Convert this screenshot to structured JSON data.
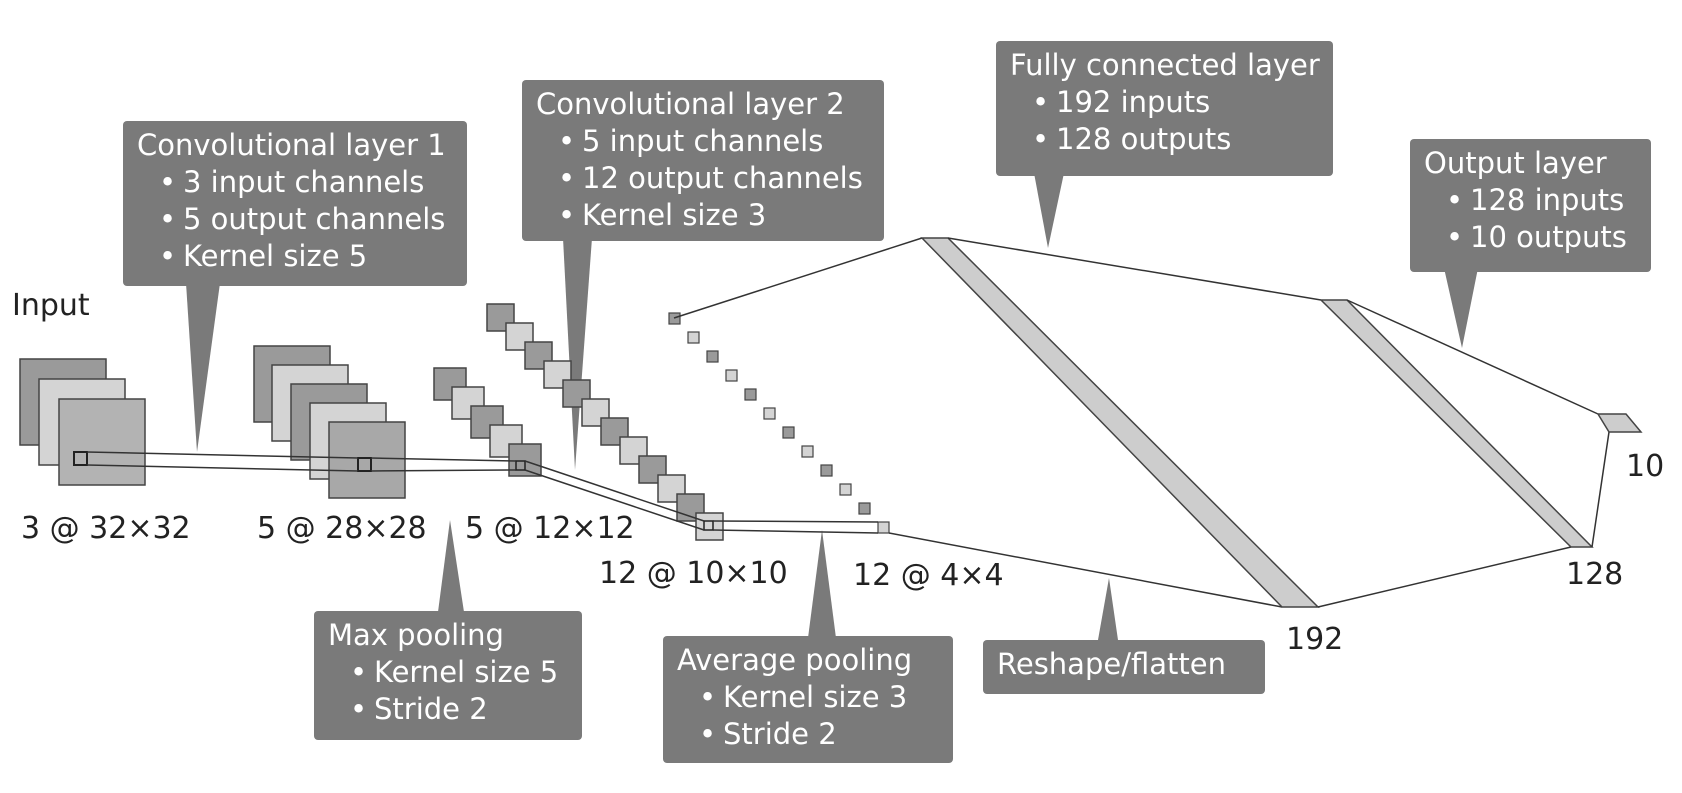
{
  "input_label": "Input",
  "colors": {
    "callout_bg": "#7a7a7a",
    "square_dark": "#9a9a9a",
    "square_light": "#d4d4d4",
    "square_mid": "#b3b3b3",
    "slab": "#cdcdcd",
    "line": "#333333"
  },
  "callouts": {
    "conv1": {
      "title": "Convolutional layer 1",
      "bullets": [
        "3 input channels",
        "5 output channels",
        "Kernel size 5"
      ]
    },
    "conv2": {
      "title": "Convolutional layer 2",
      "bullets": [
        "5 input channels",
        "12 output channels",
        "Kernel size 3"
      ]
    },
    "fc": {
      "title": "Fully connected layer",
      "bullets": [
        "192 inputs",
        "128 outputs"
      ]
    },
    "out": {
      "title": "Output layer",
      "bullets": [
        "128 inputs",
        "10 outputs"
      ]
    },
    "maxpool": {
      "title": "Max pooling",
      "bullets": [
        "Kernel size 5",
        "Stride 2"
      ]
    },
    "avgpool": {
      "title": "Average pooling",
      "bullets": [
        "Kernel size 3",
        "Stride 2"
      ]
    },
    "flatten": {
      "title": "Reshape/flatten",
      "bullets": []
    }
  },
  "dimensions": {
    "input": "3 @ 32×32",
    "conv1": "5 @ 28×28",
    "maxpool": "5 @ 12×12",
    "conv2": "12 @ 10×10",
    "avgpool": "12 @ 4×4",
    "flat": "192",
    "fc": "128",
    "out": "10"
  }
}
